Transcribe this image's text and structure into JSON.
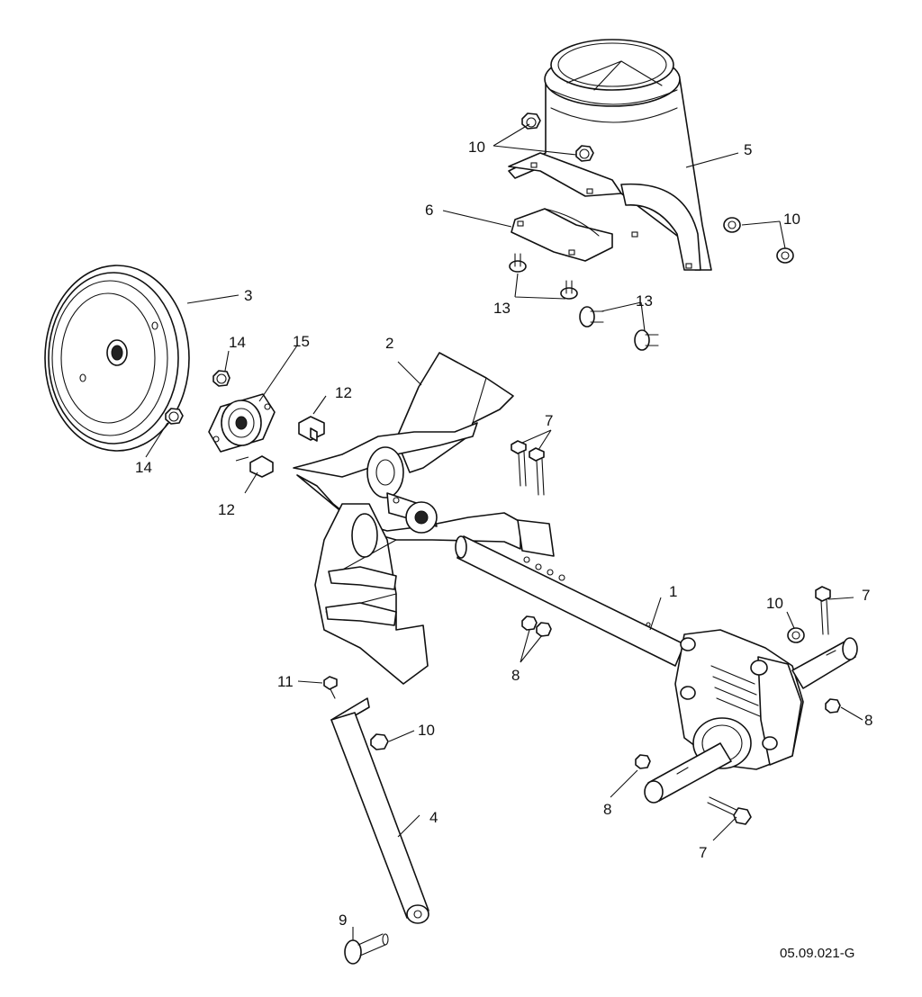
{
  "labels": {
    "l1": "1",
    "l2": "2",
    "l3": "3",
    "l4": "4",
    "l5": "5",
    "l6": "6",
    "l7a": "7",
    "l7b": "7",
    "l7c": "7",
    "l8a": "8",
    "l8b": "8",
    "l8c": "8",
    "l9": "9",
    "l10a": "10",
    "l10b": "10",
    "l10c": "10",
    "l10d": "10",
    "l11": "11",
    "l12a": "12",
    "l12b": "12",
    "l13a": "13",
    "l13b": "13",
    "l14a": "14",
    "l14b": "14",
    "l15": "15"
  },
  "drawing_reference": "05.09.021-G"
}
